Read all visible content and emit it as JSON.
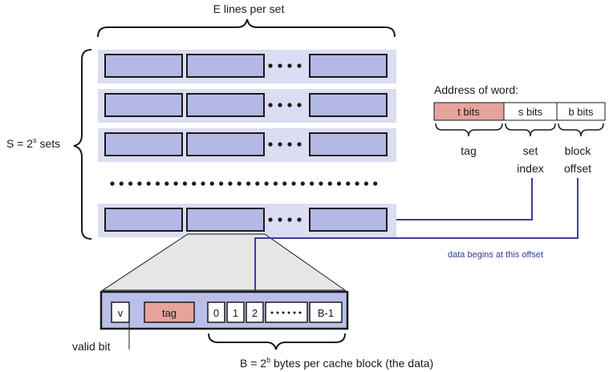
{
  "cache": {
    "lines_label": "E lines per set",
    "sets_label_prefix": "S = 2",
    "sets_label_exp": "s",
    "sets_label_suffix": " sets"
  },
  "address": {
    "title": "Address of word:",
    "fields": [
      {
        "label": "t bits",
        "caption": [
          "tag"
        ]
      },
      {
        "label": "s bits",
        "caption": [
          "set",
          "index"
        ]
      },
      {
        "label": "b bits",
        "caption": [
          "block",
          "offset"
        ]
      }
    ]
  },
  "note": "data begins at this offset",
  "line_detail": {
    "valid": "v",
    "tag": "tag",
    "bytes": [
      "0",
      "1",
      "2",
      "B-1"
    ],
    "valid_label": "valid bit",
    "block_label_prefix": "B = 2",
    "block_label_exp": "b",
    "block_label_suffix": " bytes per cache block (the data)"
  },
  "colors": {
    "set_bg": "#dcdcf2",
    "line_fill": "#b3b8e6",
    "tag_fill": "#e5a39c",
    "arrow": "#3a3f9c",
    "zoom_fill": "#e6e6e6",
    "detail_fill": "#b9bfe8"
  }
}
